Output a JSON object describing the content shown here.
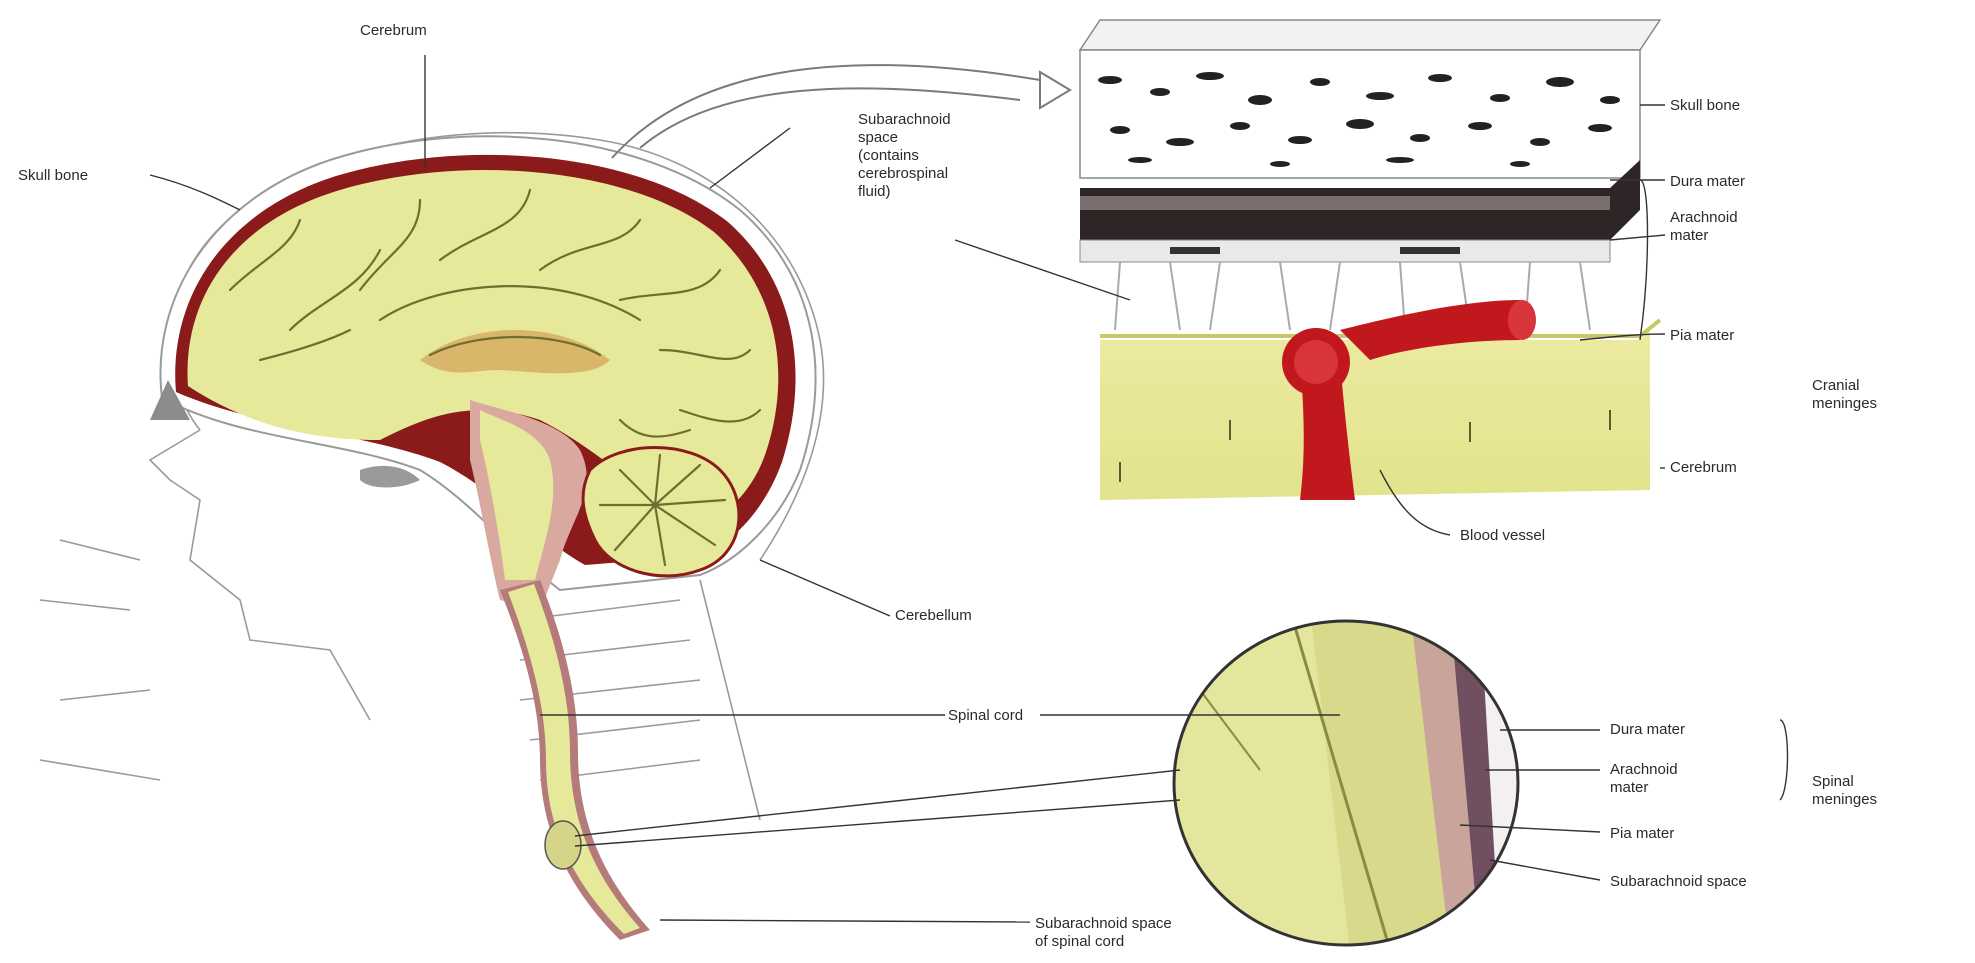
{
  "colors": {
    "brain": "#e6e89a",
    "brain_dark": "#cfd27a",
    "meninges": "#8b1a1a",
    "blood_vessel": "#c0181c",
    "skull": "#ffffff",
    "dura": "#2e2626",
    "csf_pink": "#d9a9a0"
  },
  "labels": {
    "cerebrum_top": "Cerebrum",
    "skull_bone_left": "Skull bone",
    "subarachnoid": [
      "Subarachnoid",
      "space",
      "(contains",
      "cerebrospinal",
      "fluid)"
    ],
    "skull_bone_right": "Skull bone",
    "dura_mater_cranial": "Dura mater",
    "arachnoid_mater_cranial": [
      "Arachnoid",
      "mater"
    ],
    "pia_mater_cranial": "Pia mater",
    "cranial_meninges": [
      "Cranial",
      "meninges"
    ],
    "cerebrum_right": "Cerebrum",
    "blood_vessel": "Blood vessel",
    "cerebellum": "Cerebellum",
    "spinal_cord": "Spinal cord",
    "dura_mater_spinal": "Dura mater",
    "arachnoid_mater_spinal": [
      "Arachnoid",
      "mater"
    ],
    "pia_mater_spinal": "Pia mater",
    "subarachnoid_space_spinal": "Subarachnoid space",
    "spinal_meninges": [
      "Spinal",
      "meninges"
    ],
    "subarachnoid_space_of_spinal_cord": [
      "Subarachnoid space",
      "of spinal cord"
    ]
  }
}
